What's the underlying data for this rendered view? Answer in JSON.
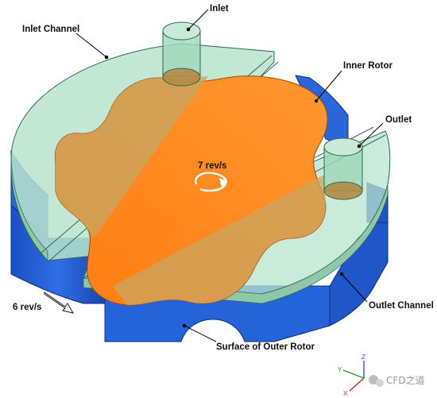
{
  "labels": {
    "inlet": "Inlet",
    "inlet_channel": "Inlet Channel",
    "inner_rotor": "Inner Rotor",
    "outlet": "Outlet",
    "outlet_channel": "Outlet Channel",
    "surface_outer_rotor": "Surface of Outer Rotor",
    "inner_speed": "7 rev/s",
    "outer_speed": "6 rev/s"
  },
  "axes": {
    "x": "X",
    "y": "Y",
    "z": "Z"
  },
  "watermark": "CFD之道",
  "colors": {
    "outer_rotor_blue": "#1f5fd0",
    "inner_rotor_orange": "#ff8a1c",
    "channel_green": "#9fd7b9",
    "axis_x": "#d02020",
    "axis_y": "#20a020",
    "axis_z": "#2040d0"
  }
}
